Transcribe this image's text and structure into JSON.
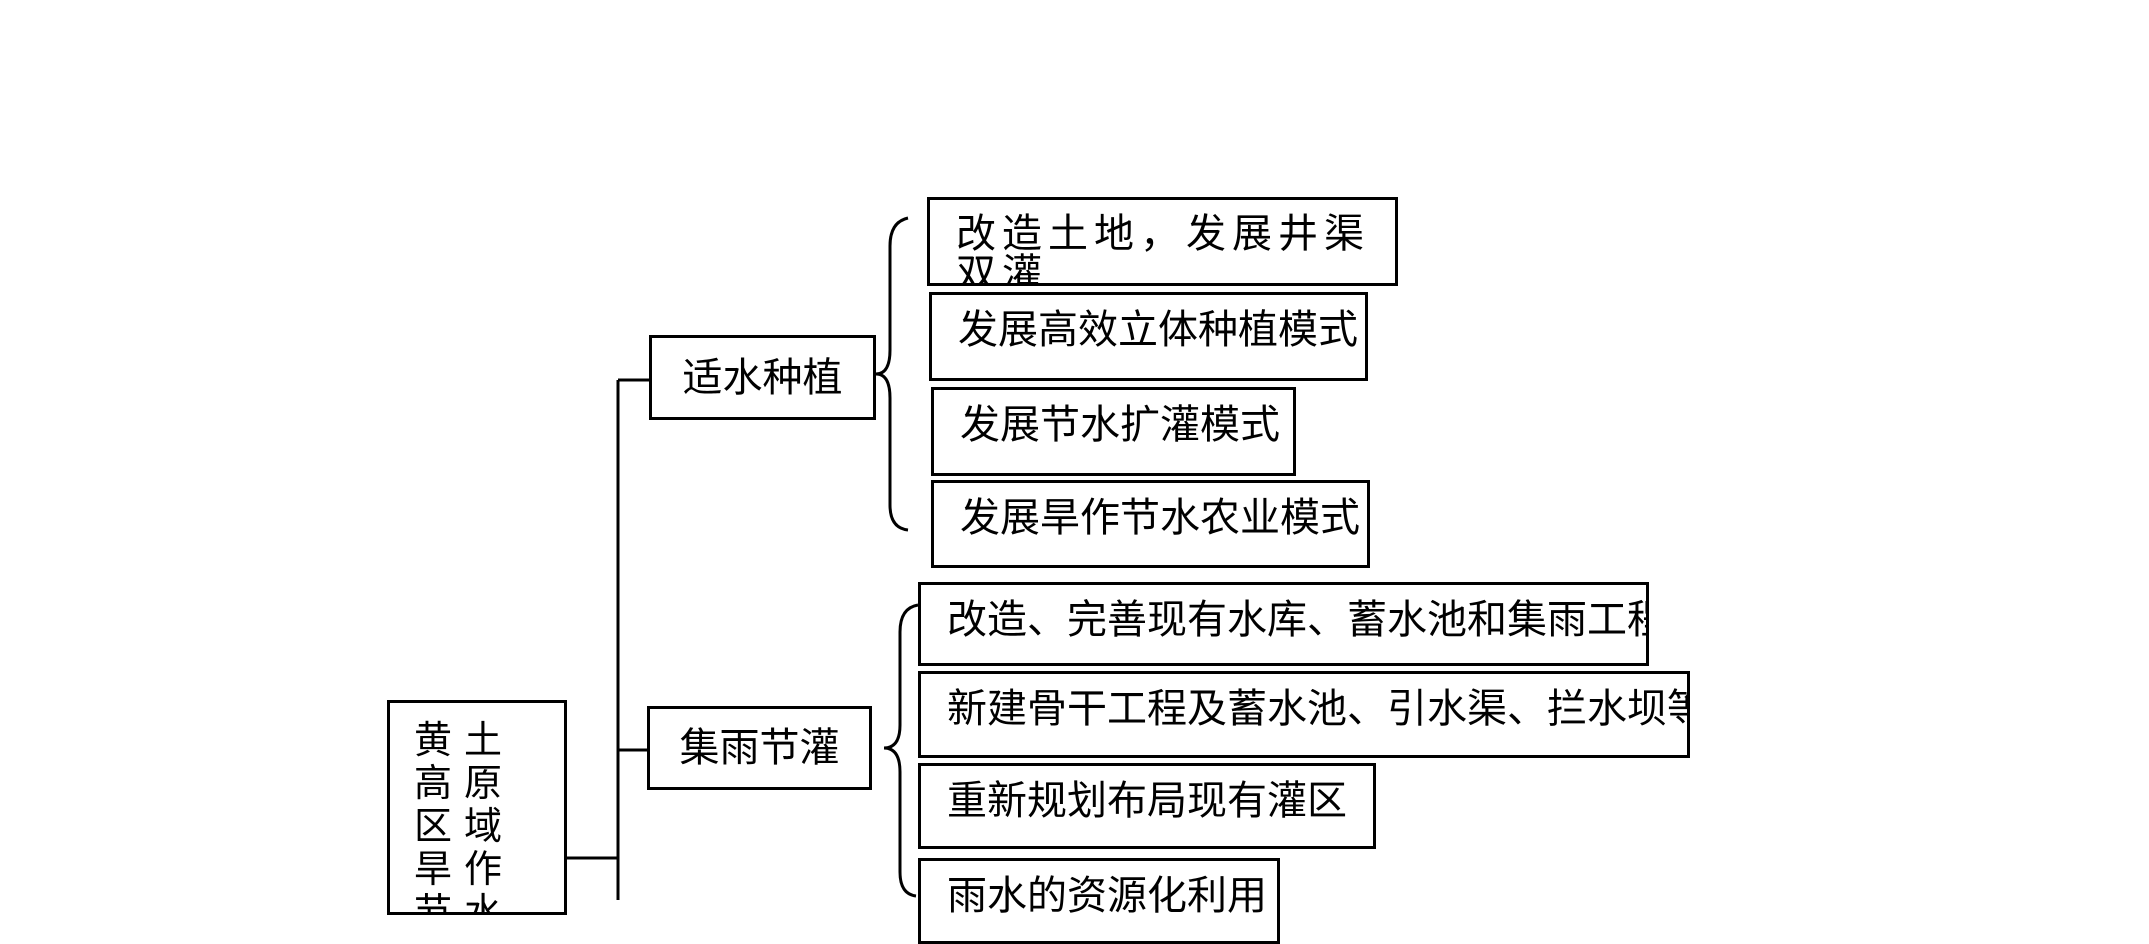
{
  "root": {
    "label": "黄土高原区域旱作节水农业模式"
  },
  "branches": [
    {
      "label": "适水种植",
      "items": [
        "改造土地，发展井渠双灌",
        "发展高效立体种植模式",
        "发展节水扩灌模式",
        "发展旱作节水农业模式"
      ]
    },
    {
      "label": "集雨节灌",
      "items": [
        "改造、完善现有水库、蓄水池和集雨工程",
        "新建骨干工程及蓄水池、引水渠、拦水坝等",
        "重新规划布局现有灌区",
        "雨水的资源化利用"
      ]
    }
  ]
}
